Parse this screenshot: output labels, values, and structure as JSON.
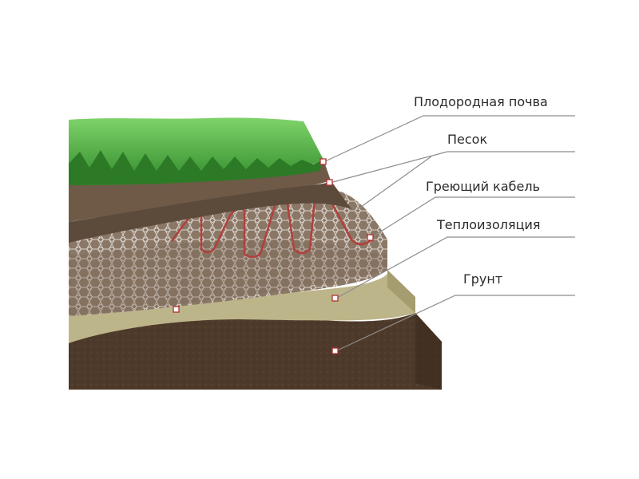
{
  "diagram": {
    "labels": {
      "topsoil": "Плодородная почва",
      "sand": "Песок",
      "heating_cable": "Греющий кабель",
      "insulation": "Теплоизоляция",
      "ground": "Грунт"
    },
    "colors": {
      "grass": "#3fa535",
      "topsoil": "#6e5a47",
      "sand_mesh": "#8b7766",
      "insulation": "#bdb58a",
      "ground": "#4e3a2a",
      "cable": "#b0413e",
      "leader_line": "#8c8c8c"
    }
  }
}
